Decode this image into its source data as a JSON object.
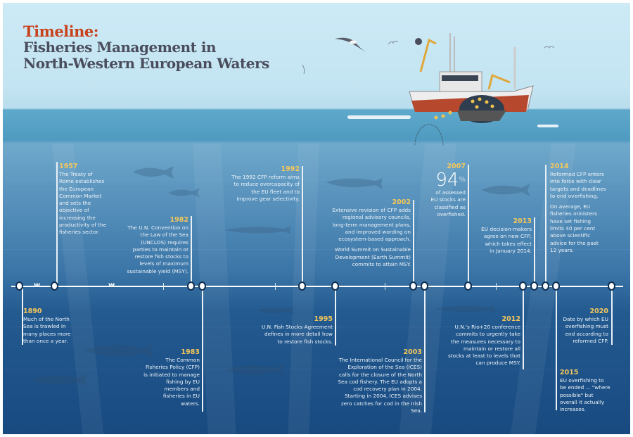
{
  "title": {
    "line1": "Timeline:",
    "line2": "Fisheries Management in",
    "line3": "North-Western European Waters"
  },
  "colors": {
    "title_accent": "#c8421c",
    "title_main": "#4a4d5c",
    "year": "#f5c75a",
    "sea_deep": "#184a80",
    "sky": "#cdeaf6"
  },
  "events": {
    "e1890": {
      "year": "1890",
      "text": "Much of the North Sea is trawled in many places more than once a year."
    },
    "e1957": {
      "year": "1957",
      "text": "The Treaty of Rome establishes the European Common Market and sets the objective of increasing the productivity of the fisheries sector."
    },
    "e1982": {
      "year": "1982",
      "text": "The U.N. Convention on the Law of the Sea (UNCLOS) requires parties to maintain or restore fish stocks to levels of maximum sustainable yield (MSY)."
    },
    "e1983": {
      "year": "1983",
      "text": "The Common Fisheries Policy (CFP) is initiated to manage fishing by EU members and fisheries in EU waters."
    },
    "e1992": {
      "year": "1992",
      "text": "The 1992 CFP reform aims to reduce overcapacity of the EU fleet and to improve gear selectivity."
    },
    "e1995": {
      "year": "1995",
      "text": "U.N. Fish Stocks Agreement defines in more detail how to restore fish stocks."
    },
    "e2002": {
      "year": "2002",
      "text": "Extensive revision of CFP adds regional advisory councils, long-term management plans, and improved wording on ecosystem-based approach.",
      "text2": "World Summit on Sustainable Development (Earth Summit) commits to attain MSY."
    },
    "e2003": {
      "year": "2003",
      "text": "The International Council for the Exploration of the Sea (ICES) calls for the closure of the North Sea cod fishery. The EU adopts a cod recovery plan in 2004. Starting in 2004, ICES advises zero catches for cod in the Irish Sea."
    },
    "e2007": {
      "year": "2007",
      "stat": "94",
      "stat_unit": "%",
      "text": "of assessed EU stocks are classified as overfished."
    },
    "e2012": {
      "year": "2012",
      "text": "U.N.'s Rio+20 conference commits to urgently take the measures necessary to maintain or restore all stocks at least to levels that can produce MSY."
    },
    "e2013": {
      "year": "2013",
      "text": "EU decision-makers agree on new CFP, which takes effect in January 2014."
    },
    "e2014": {
      "year": "2014",
      "text": "Reformed CFP enters into force with clear targets and deadlines to end overfishing.",
      "text2": "On average, EU fisheries ministers have set fishing limits 40 per cent above scientific advice for the past 12 years."
    },
    "e2015": {
      "year": "2015",
      "text": "EU overfishing to be ended ... \"where possible\" but overall it actually increases."
    },
    "e2020": {
      "year": "2020",
      "text": "Date by which EU overfishing must end according to reformed CFP."
    }
  }
}
